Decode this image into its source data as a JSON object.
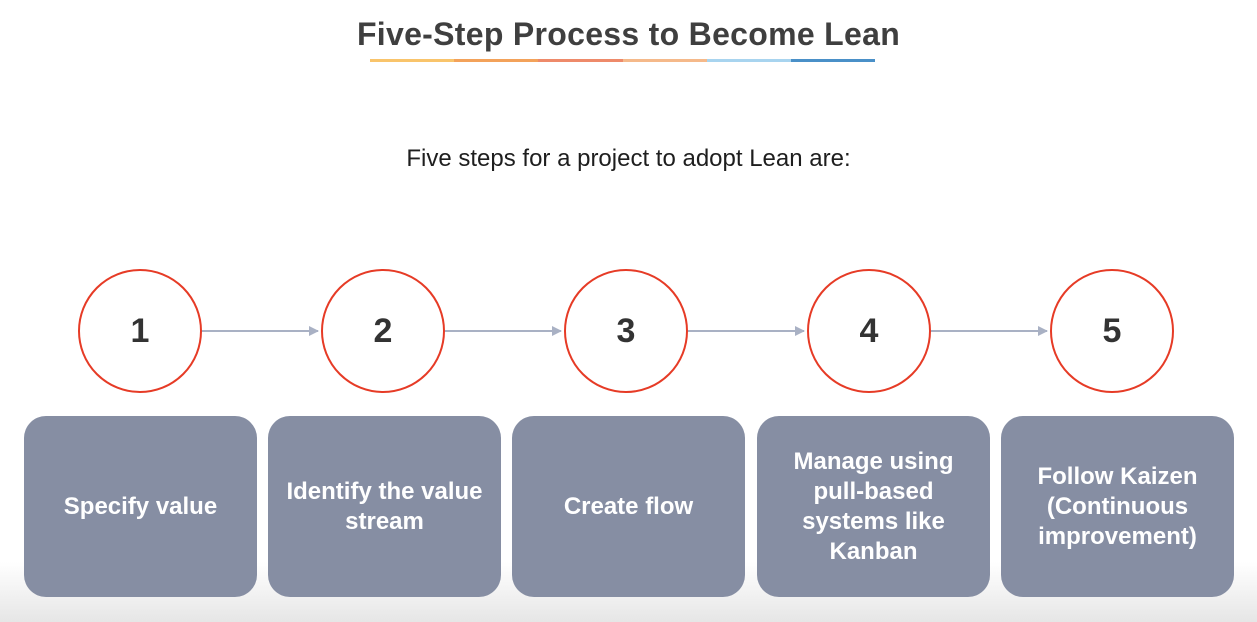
{
  "title": "Five-Step Process to Become Lean",
  "subtitle": "Five steps for a project to adopt Lean are:",
  "colors": {
    "circle_border": "#e63b26",
    "box_fill": "#868ea3",
    "arrow": "#a9b1c4",
    "underline": [
      "#f9c46b",
      "#f3a25a",
      "#ee8a6a",
      "#f5b98a",
      "#a8d4ef",
      "#4a90c8"
    ]
  },
  "steps": [
    {
      "number": "1",
      "label": "Specify value"
    },
    {
      "number": "2",
      "label": "Identify the value stream"
    },
    {
      "number": "3",
      "label": "Create flow"
    },
    {
      "number": "4",
      "label": "Manage using pull-based systems like Kanban"
    },
    {
      "number": "5",
      "label": "Follow Kaizen (Continuous improvement)"
    }
  ]
}
